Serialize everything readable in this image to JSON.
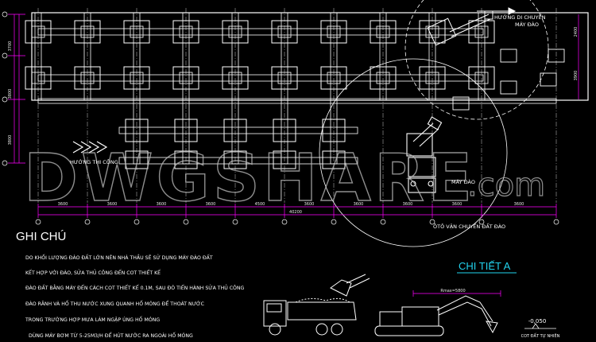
{
  "watermark": {
    "text": "DWGSHARE",
    "suffix": ".com"
  },
  "labels": {
    "excavator_direction_line1": "HƯỚNG DI CHUYỂN",
    "excavator_direction_line2": "MÁY ĐÀO",
    "construction_direction": "HƯỚNG THI CÔNG",
    "excavator": "MÁY ĐÀO",
    "truck": "ÔTÔ VẬN CHUYỂN ĐẤT ĐÀO"
  },
  "dimensions": {
    "bottom": [
      "3600",
      "3600",
      "3600",
      "3600",
      "4500",
      "3600",
      "3600",
      "3600",
      "3600",
      "3600"
    ],
    "total": "40200",
    "left": [
      "3700",
      "3800",
      "3800"
    ],
    "right": [
      "2400",
      "3900"
    ]
  },
  "notes": {
    "title": "GHI CHÚ",
    "lines": [
      "DO KHỐI LƯỢNG ĐÀO ĐẤT LỚN NÊN NHÀ THẦU SẼ SỬ DỤNG MÁY ĐÀO ĐẤT",
      "KẾT HỢP VỚI ĐÀO, SỬA THỦ CÔNG ĐẾN COT THIẾT KẾ",
      "ĐÀO ĐẤT BẰNG MÁY ĐẾN CÁCH COT THIẾT KẾ 0.1M, SAU ĐÓ TIẾN HÀNH SỬA THỦ CÔNG",
      "ĐÀO RÃNH VÀ HỐ THU NƯỚC XUNG QUANH HỐ MÓNG ĐỂ THOÁT NƯỚC",
      "TRONG TRƯỜNG HỢP MƯA LÀM NGẬP ÚNG HỐ MÓNG",
      "DÙNG MÁY BƠM TỪ 5-25M3/H ĐỂ HÚT NƯỚC RA NGOÀI HỐ MÓNG"
    ]
  },
  "detail": {
    "title": "CHI TIẾT A",
    "reach": "Rmax=5800",
    "level": "-0,050",
    "level_label": "COT ĐẤT TỰ NHIÊN"
  },
  "colors": {
    "lines": "#ffffff",
    "dimension": "#ff00ff",
    "title_accent": "#22d3ee",
    "background": "#000000"
  }
}
